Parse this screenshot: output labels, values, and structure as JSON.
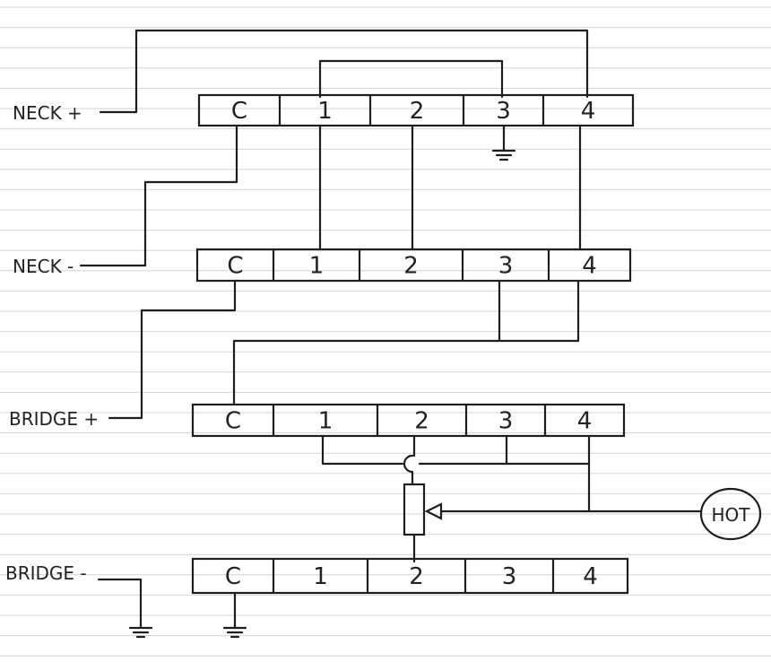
{
  "labels": {
    "neck_plus": "NECK +",
    "neck_minus": "NECK -",
    "bridge_plus": "BRIDGE +",
    "bridge_minus": "BRIDGE -",
    "hot": "HOT"
  },
  "switch_rows": [
    {
      "name": "neck-plus-switch",
      "cells": [
        "C",
        "1",
        "2",
        "3",
        "4"
      ]
    },
    {
      "name": "neck-minus-switch",
      "cells": [
        "C",
        "1",
        "2",
        "3",
        "4"
      ]
    },
    {
      "name": "bridge-plus-switch",
      "cells": [
        "C",
        "1",
        "2",
        "3",
        "4"
      ]
    },
    {
      "name": "bridge-minus-switch",
      "cells": [
        "C",
        "1",
        "2",
        "3",
        "4"
      ]
    }
  ],
  "colors": {
    "ink": "#1e1e1e",
    "ruled_line": "#d4d4d4",
    "paper": "#ffffff"
  },
  "icons": [
    "ground-icon",
    "potentiometer-icon",
    "arrow-right-icon"
  ]
}
